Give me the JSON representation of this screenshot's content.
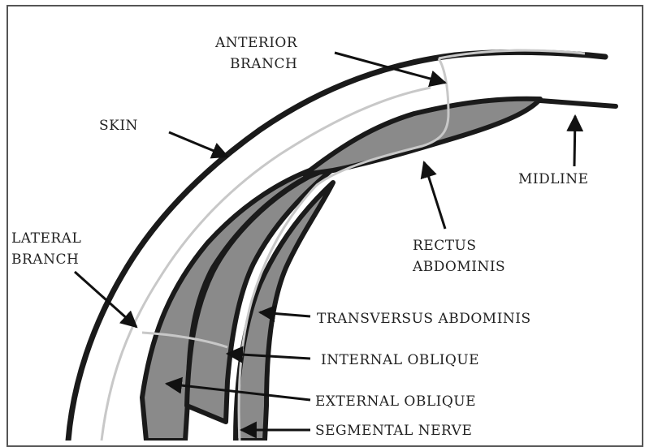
{
  "labels": {
    "anterior_branch": [
      "ANTERIOR",
      "BRANCH"
    ],
    "skin": "SKIN",
    "midline": "MIDLINE",
    "lateral_branch": [
      "LATERAL",
      "BRANCH"
    ],
    "rectus_abdominis": [
      "RECTUS",
      "ABDOMINIS"
    ],
    "transversus_abdominis": "TRANSVERSUS ABDOMINIS",
    "internal_oblique": "INTERNAL OBLIQUE",
    "external_oblique": "EXTERNAL OBLIQUE",
    "segmental_nerve": "SEGMENTAL NERVE"
  },
  "colors": {
    "muscle_fill": "#8a8a8a",
    "outline": "#1a1a1a",
    "nerve": "#c8c8c8"
  }
}
